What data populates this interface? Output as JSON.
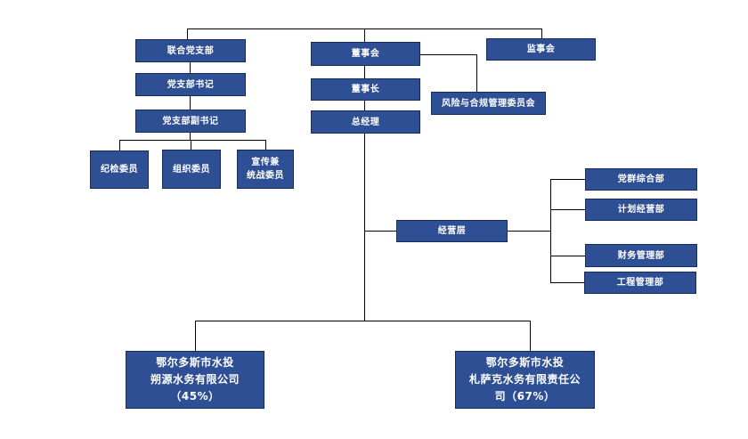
{
  "nodes": {
    "party_branch": "联合党支部",
    "branch_secretary": "党支部书记",
    "deputy_secretary": "党支部副书记",
    "discipline": "纪检委员",
    "organization": "组织委员",
    "propaganda": [
      "宣传兼",
      "统战委员"
    ],
    "board": "董事会",
    "chairman": "董事长",
    "gm": "总经理",
    "supervisors": "监事会",
    "risk_committee": "风险与合规管理委员会",
    "management": "经营层",
    "party_affairs_dept": "党群综合部",
    "planning_dept": "计划经营部",
    "finance_dept": "财务管理部",
    "engineering_dept": "工程管理部",
    "sub1": [
      "鄂尔多斯市水投",
      "朔源水务有限公司",
      "（45%）"
    ],
    "sub2": [
      "鄂尔多斯市水投",
      "札萨克水务有限责任公",
      "司（67%）"
    ]
  }
}
